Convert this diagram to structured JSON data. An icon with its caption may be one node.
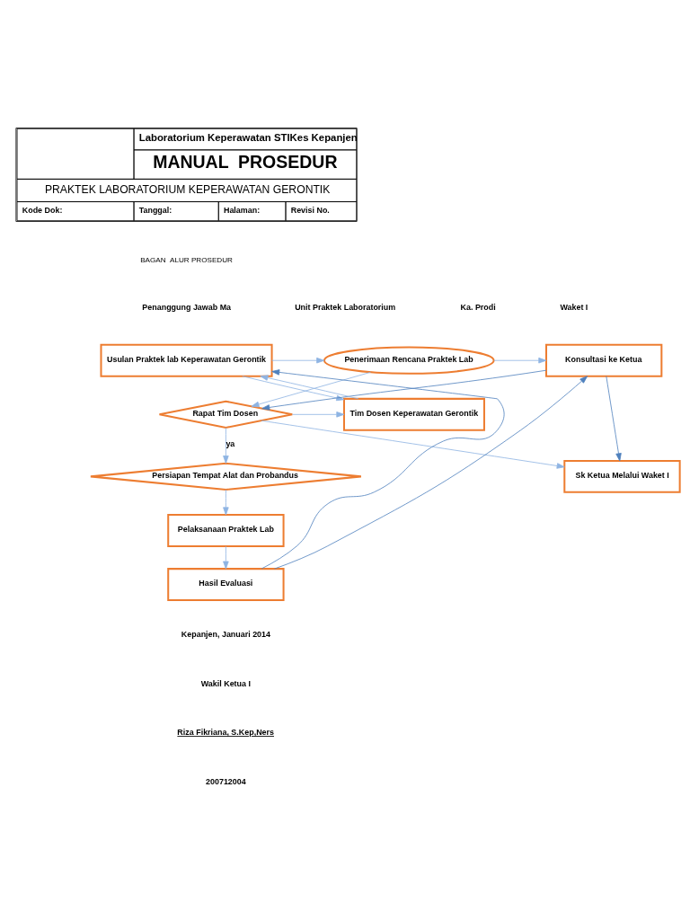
{
  "diagram": {
    "nodes": [
      {
        "text": [
          "Usulan Praktek lab Keperawatan Gerontik"
        ]
      },
      {
        "text": [
          "Penerimaan Rencana Praktek Lab"
        ]
      },
      {
        "text": [
          "Konsultasi ke Ketua"
        ]
      },
      {
        "text": [
          "Tim Dosen Keperawatan Gerontik"
        ]
      },
      {
        "text": [
          "Rapat Tim Dosen"
        ]
      },
      {
        "text": [
          "Persiapan Tempat Alat dan Probandus"
        ]
      },
      {
        "text": [
          "Sk Ketua Melalui Waket I"
        ]
      },
      {
        "text": [
          "Pelaksanaan Praktek Lab"
        ]
      },
      {
        "text": [
          "Hasil Evaluasi"
        ]
      }
    ],
    "edges": [
      {
        "from": 0,
        "to": 1,
        "arrow": "to"
      },
      {
        "from": 1,
        "to": 2,
        "arrow": "to"
      },
      {
        "from": 0,
        "to": 3,
        "arrow": "to"
      },
      {
        "from": 3,
        "to": 0,
        "arrow": "to"
      },
      {
        "from": 1,
        "to": 4,
        "arrow": "to"
      },
      {
        "from": 2,
        "to": 4,
        "arrow": "to",
        "color": "#4f81bd"
      },
      {
        "from": 4,
        "to": 3,
        "arrow": "to"
      },
      {
        "from": 4,
        "to": 5,
        "arrow": "to",
        "label": "ya"
      },
      {
        "from": 4,
        "to": 6,
        "arrow": "to"
      },
      {
        "from": 2,
        "to": 6,
        "arrow": "to",
        "color": "#4f81bd"
      },
      {
        "from": 5,
        "to": 7,
        "arrow": "to"
      },
      {
        "from": 7,
        "to": 8,
        "arrow": "to"
      },
      {
        "from": 8,
        "to": 0,
        "arrow": "to",
        "color": "#4f81bd"
      },
      {
        "from": 8,
        "to": 2,
        "arrow": "to",
        "color": "#4f81bd"
      }
    ],
    "labels": [
      "Laboratorium Keperawatan STIKes Kepanjen",
      "MANUAL  PROSEDUR",
      "PRAKTEK LABORATORIUM KEPERAWATAN GERONTIK",
      "Kode Dok:",
      "Tanggal:",
      "Halaman:",
      "Revisi No.",
      "BAGAN  ALUR PROSEDUR",
      "Penanggung Jawab Ma",
      "Unit Praktek Laboratorium",
      "Ka. Prodi",
      "Waket I",
      "Kepanjen, Januari 2014",
      "Wakil Ketua I",
      "Riza Fikriana, S.Kep,Ners",
      "200712004"
    ]
  }
}
